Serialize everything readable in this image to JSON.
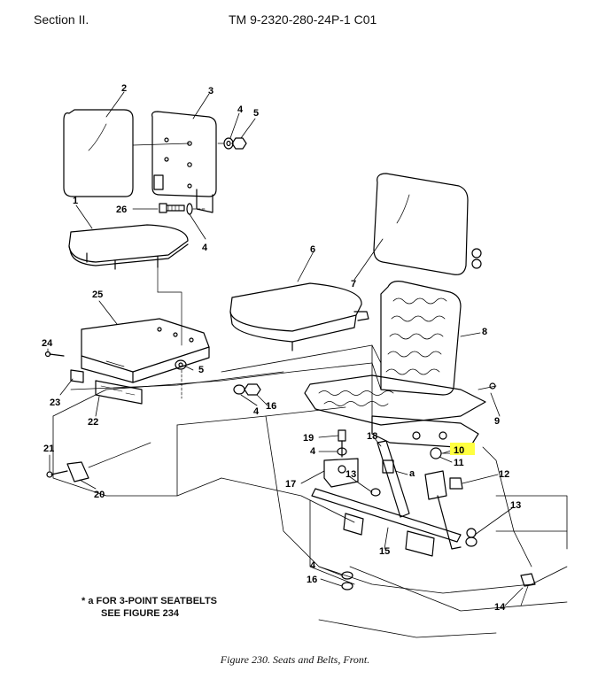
{
  "header": {
    "section": "Section II.",
    "manual_id": "TM 9-2320-280-24P-1  C01"
  },
  "callouts": {
    "c1": "1",
    "c2": "2",
    "c3": "3",
    "c4a": "4",
    "c4b": "4",
    "c4c": "4",
    "c4d": "4",
    "c4e": "4",
    "c5a": "5",
    "c5b": "5",
    "c6": "6",
    "c7": "7",
    "c8": "8",
    "c9": "9",
    "c10": "10",
    "c11": "11",
    "c12": "12",
    "c13a": "13",
    "c13b": "13",
    "c14": "14",
    "c15": "15",
    "c16a": "16",
    "c16b": "16",
    "c17": "17",
    "c18": "18",
    "c19": "19",
    "c20": "20",
    "c21": "21",
    "c22": "22",
    "c23": "23",
    "c24": "24",
    "c25": "25",
    "c26": "26",
    "ca": "a"
  },
  "highlight_color": "#ffff40",
  "note": {
    "line1": "* a  FOR 3-POINT SEATBELTS",
    "line2": "SEE FIGURE 234"
  },
  "caption": "Figure 230.  Seats and Belts, Front."
}
